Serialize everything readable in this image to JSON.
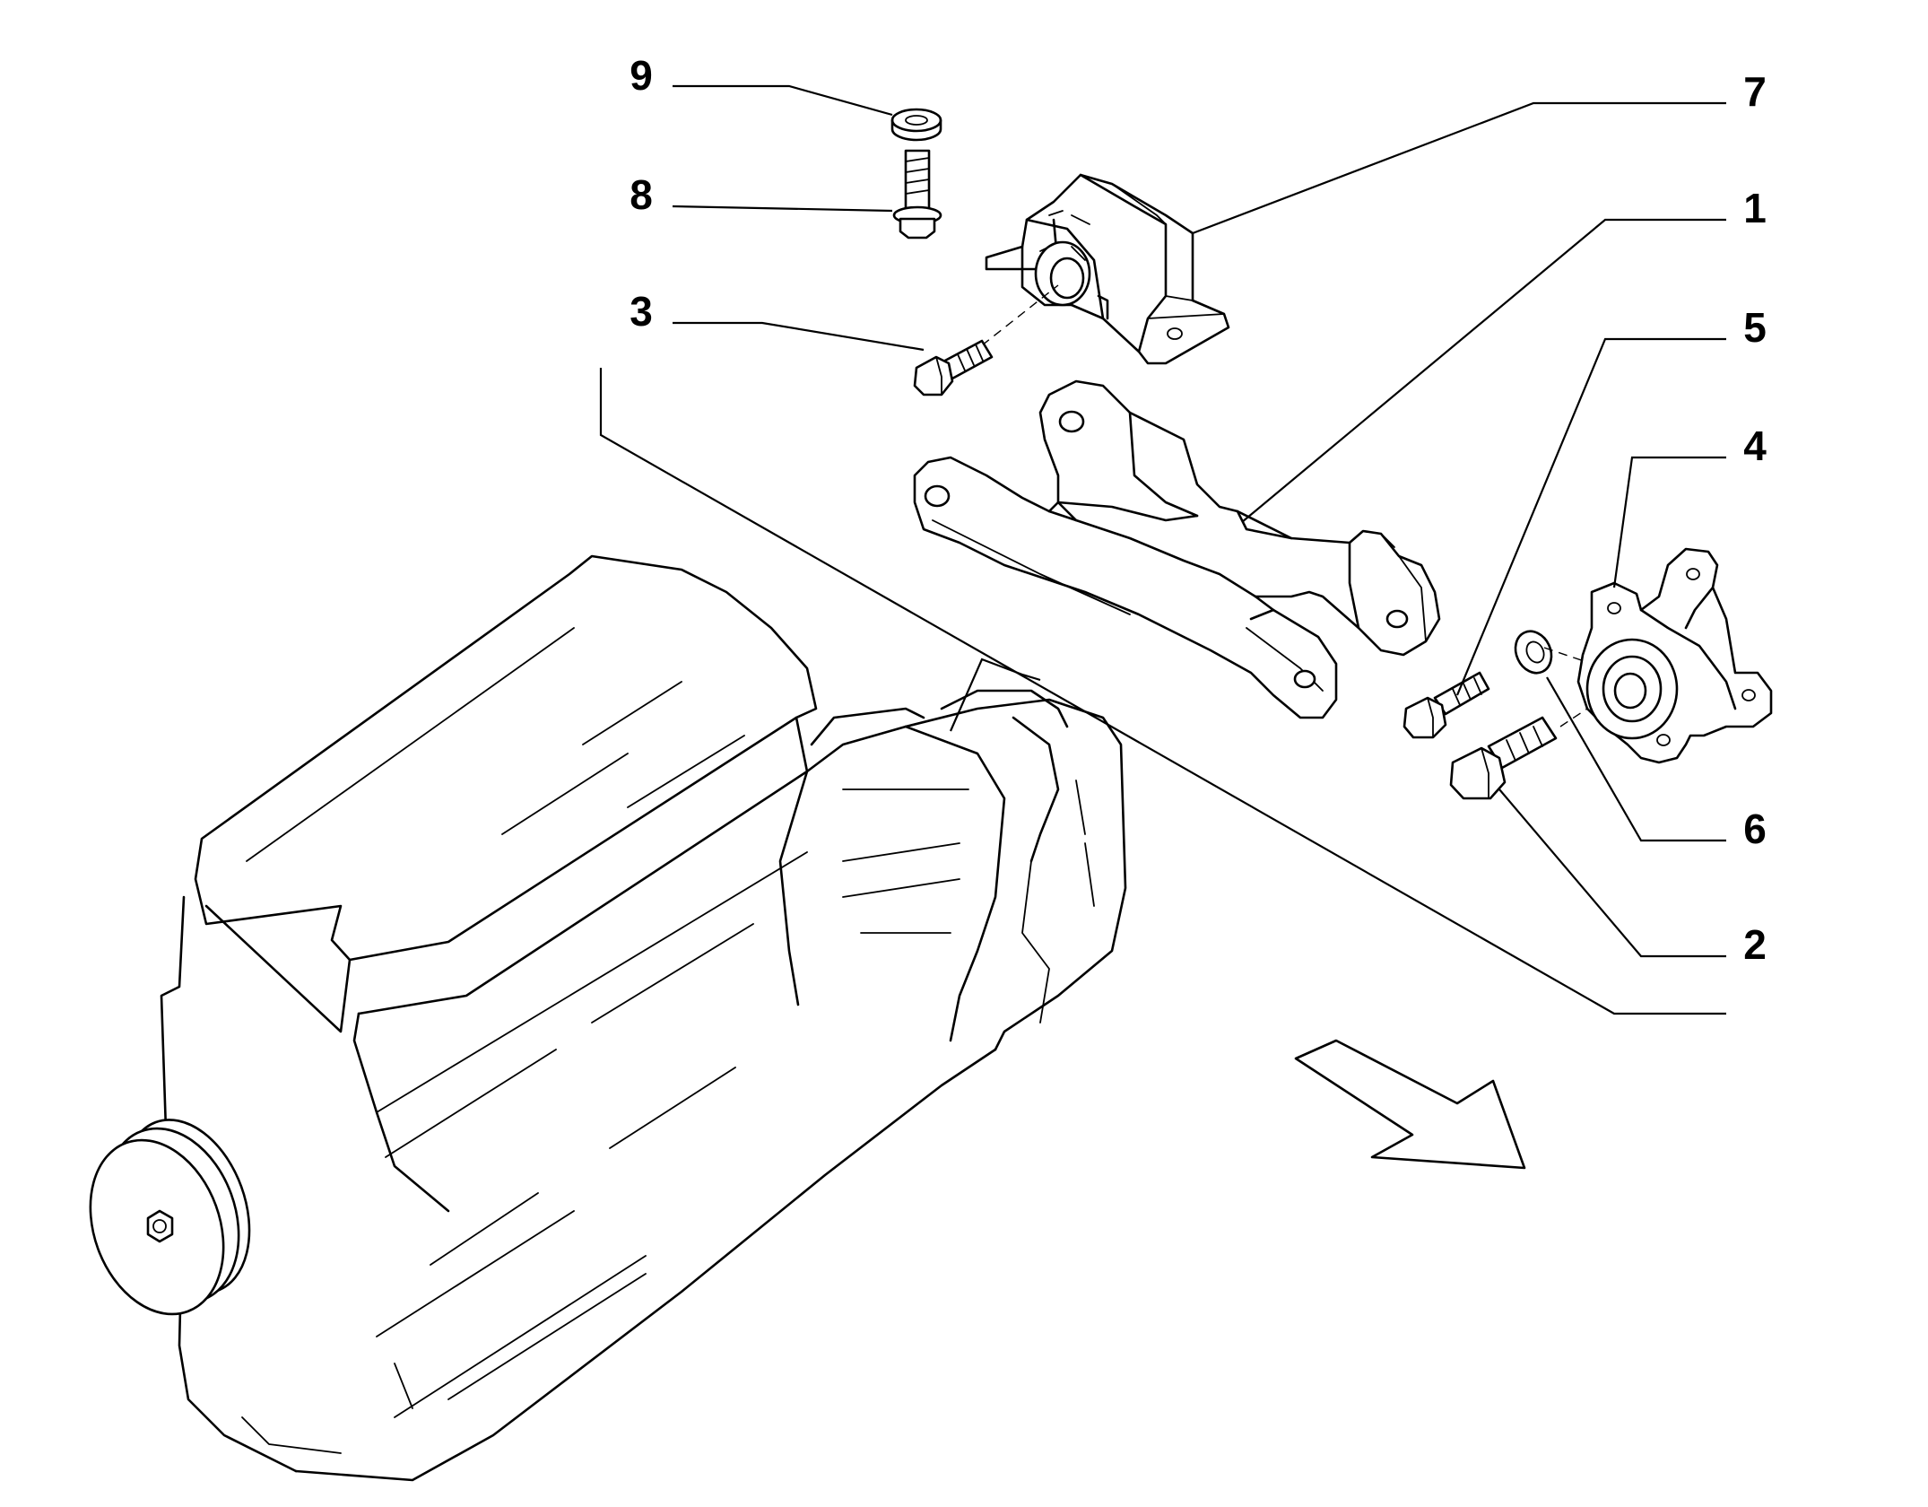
{
  "callouts": [
    {
      "id": "c9",
      "label": "9"
    },
    {
      "id": "c8",
      "label": "8"
    },
    {
      "id": "c3",
      "label": "3"
    },
    {
      "id": "c7",
      "label": "7"
    },
    {
      "id": "c1",
      "label": "1"
    },
    {
      "id": "c5",
      "label": "5"
    },
    {
      "id": "c4",
      "label": "4"
    },
    {
      "id": "c6",
      "label": "6"
    },
    {
      "id": "c2",
      "label": "2"
    }
  ],
  "icons": {
    "direction": "direction-arrow-icon"
  }
}
